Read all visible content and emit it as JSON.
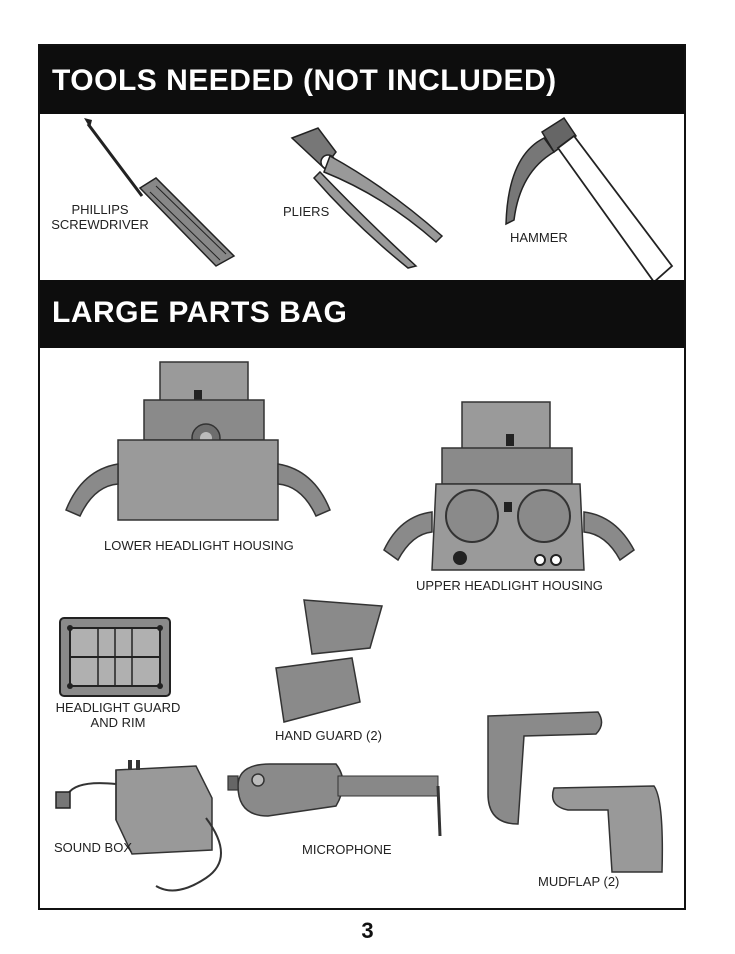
{
  "tools_section": {
    "heading": "TOOLS NEEDED  (NOT INCLUDED)",
    "tools": [
      {
        "label_line1": "PHILLIPS",
        "label_line2": "SCREWDRIVER",
        "icon": "screwdriver-icon"
      },
      {
        "label": "PLIERS",
        "icon": "pliers-icon"
      },
      {
        "label": "HAMMER",
        "icon": "hammer-icon"
      }
    ]
  },
  "parts_section": {
    "heading": "LARGE PARTS BAG",
    "parts": {
      "lower_headlight_housing": "LOWER HEADLIGHT HOUSING",
      "upper_headlight_housing": "UPPER HEADLIGHT HOUSING",
      "headlight_guard_line1": "HEADLIGHT GUARD",
      "headlight_guard_line2": "AND RIM",
      "hand_guard": "HAND GUARD (2)",
      "sound_box": "SOUND BOX",
      "microphone": "MICROPHONE",
      "mudflap": "MUDFLAP (2)"
    }
  },
  "page_number": "3",
  "colors": {
    "banner": "#0d0d0d",
    "part_gray": "#9a9a9a",
    "part_dark": "#6e6e6e"
  }
}
